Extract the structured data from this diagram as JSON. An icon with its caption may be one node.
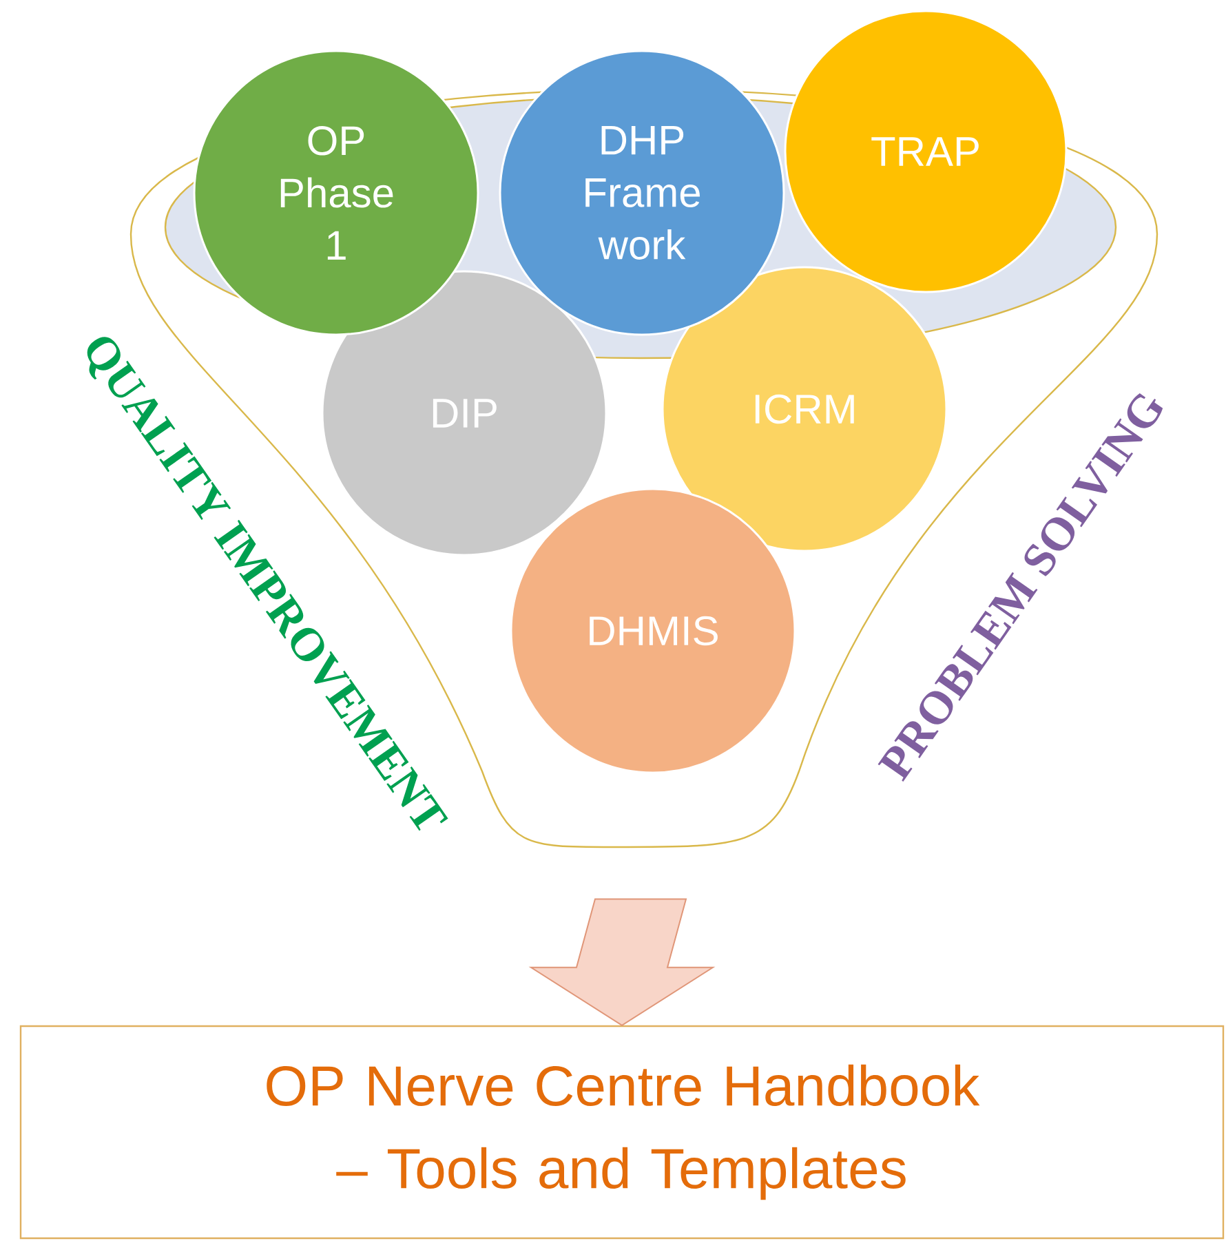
{
  "diagram": {
    "nodes": [
      {
        "text": [],
        "shape": "funnel"
      },
      {
        "text": [
          "OP Phase 1"
        ]
      },
      {
        "text": [
          "DHP Frame work"
        ]
      },
      {
        "text": [
          "TRAP"
        ]
      },
      {
        "text": [
          "DIP"
        ],
        "in": 0
      },
      {
        "text": [
          "ICRM"
        ],
        "in": 0
      },
      {
        "text": [
          "DHMIS"
        ],
        "in": 0
      },
      {
        "text": [
          "OP Nerve Centre Handbook – Tools and Templates"
        ]
      }
    ],
    "edges": [
      {
        "from": 0,
        "to": 7,
        "arrow": "to"
      }
    ],
    "labels": [
      "QUALITY IMPROVEMENT",
      "PROBLEM SOLVING"
    ]
  }
}
